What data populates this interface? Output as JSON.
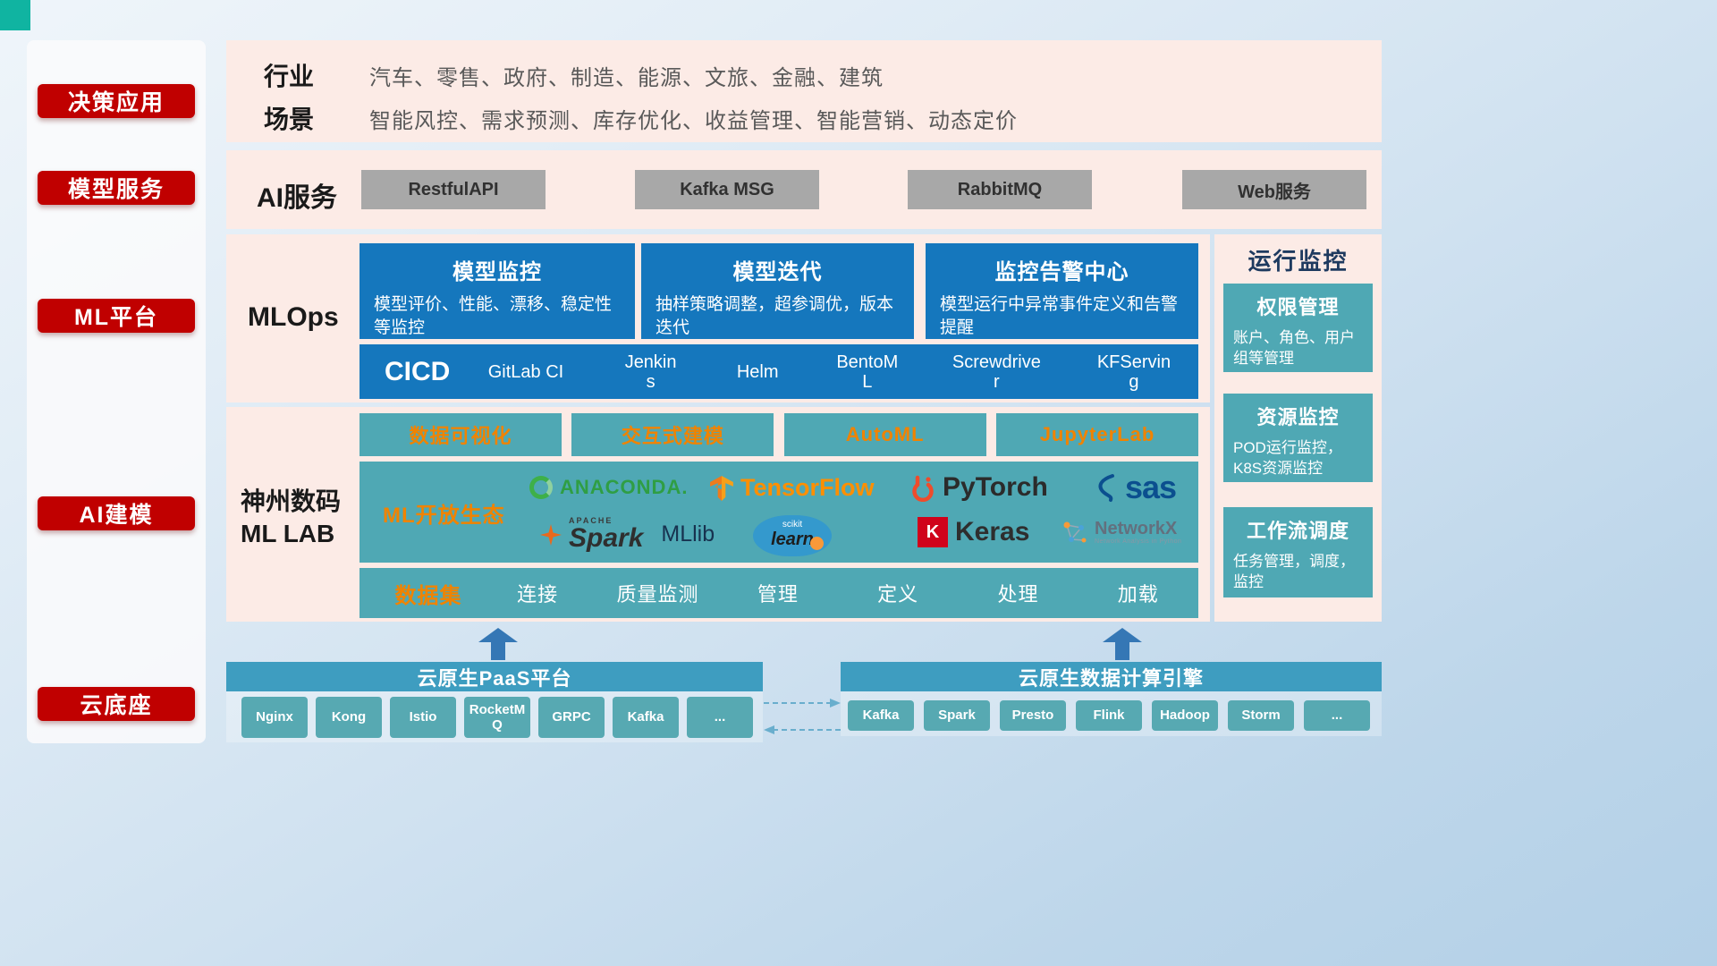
{
  "colors": {
    "accent_red": "#c00000",
    "primary_blue": "#1577bd",
    "teal_block": "#4fa8b4",
    "teal_header": "#3e9dc0",
    "orange_accent": "#f08300",
    "panel_pink": "#fcebe6",
    "gray_button": "#a8a8a8",
    "corner_teal": "#10b4a1"
  },
  "sidebar": {
    "items": [
      {
        "label": "决策应用"
      },
      {
        "label": "模型服务"
      },
      {
        "label": "ML平台"
      },
      {
        "label": "AI建模"
      },
      {
        "label": "云底座"
      }
    ]
  },
  "decision_row": {
    "industry_label": "行业",
    "industry_text": "汽车、零售、政府、制造、能源、文旅、金融、建筑",
    "scene_label": "场景",
    "scene_text": "智能风控、需求预测、库存优化、收益管理、智能营销、动态定价"
  },
  "service_row": {
    "label": "AI服务",
    "buttons": [
      {
        "label": "RestfulAPI"
      },
      {
        "label": "Kafka MSG"
      },
      {
        "label": "RabbitMQ"
      },
      {
        "label": "Web服务"
      }
    ]
  },
  "mlops": {
    "label": "MLOps",
    "cards": [
      {
        "title": "模型监控",
        "desc": "模型评价、性能、漂移、稳定性等监控"
      },
      {
        "title": "模型迭代",
        "desc": "抽样策略调整，超参调优，版本迭代"
      },
      {
        "title": "监控告警中心",
        "desc": "模型运行中异常事件定义和告警提醒"
      }
    ],
    "cicd_label": "CICD",
    "cicd_items": [
      {
        "label": "GitLab CI"
      },
      {
        "label": "Jenkins"
      },
      {
        "label": "Helm"
      },
      {
        "label": "BentoML"
      },
      {
        "label": "Screwdriver"
      },
      {
        "label": "KFServing"
      }
    ]
  },
  "monitoring": {
    "title": "运行监控",
    "cards": [
      {
        "title": "权限管理",
        "desc": "账户、角色、用户组等管理"
      },
      {
        "title": "资源监控",
        "desc": "POD运行监控，K8S资源监控"
      },
      {
        "title": "工作流调度",
        "desc": "任务管理，调度，监控"
      }
    ]
  },
  "mllab": {
    "label_line1": "神州数码",
    "label_line2": "ML LAB",
    "tools": [
      {
        "label": "数据可视化"
      },
      {
        "label": "交互式建模"
      },
      {
        "label": "AutoML"
      },
      {
        "label": "JupyterLab"
      }
    ],
    "eco_label": "ML开放生态",
    "logos": {
      "anaconda": "ANACONDA.",
      "tensorflow": "TensorFlow",
      "pytorch": "PyTorch",
      "sas": "sas",
      "spark_super": "APACHE",
      "spark": "Spark",
      "mllib": "MLlib",
      "sklearn_super": "scikit",
      "sklearn": "learn",
      "keras_letter": "K",
      "keras": "Keras",
      "networkx": "NetworkX",
      "networkx_tagline": "Network Analysis in Python"
    },
    "dataset_label": "数据集",
    "dataset_items": [
      {
        "label": "连接"
      },
      {
        "label": "质量监测"
      },
      {
        "label": "管理"
      },
      {
        "label": "定义"
      },
      {
        "label": "处理"
      },
      {
        "label": "加载"
      }
    ]
  },
  "cloud": {
    "paas_title": "云原生PaaS平台",
    "paas_items": [
      {
        "label": "Nginx"
      },
      {
        "label": "Kong"
      },
      {
        "label": "Istio"
      },
      {
        "label": "RocketMQ"
      },
      {
        "label": "GRPC"
      },
      {
        "label": "Kafka"
      },
      {
        "label": "..."
      }
    ],
    "engine_title": "云原生数据计算引擎",
    "engine_items": [
      {
        "label": "Kafka"
      },
      {
        "label": "Spark"
      },
      {
        "label": "Presto"
      },
      {
        "label": "Flink"
      },
      {
        "label": "Hadoop"
      },
      {
        "label": "Storm"
      },
      {
        "label": "..."
      }
    ]
  }
}
